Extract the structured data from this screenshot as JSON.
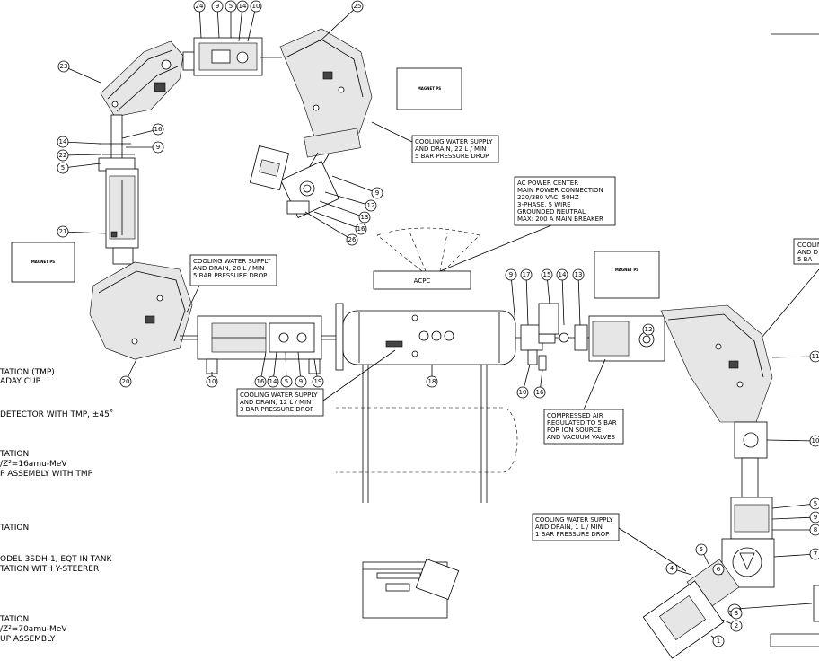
{
  "balloons": [
    "24",
    "9",
    "5",
    "14",
    "10",
    "25",
    "23",
    "16",
    "14",
    "9",
    "22",
    "5",
    "21",
    "9",
    "12",
    "13",
    "16",
    "26",
    "20",
    "10",
    "16",
    "14",
    "5",
    "9",
    "19",
    "9",
    "17",
    "15",
    "14",
    "13",
    "12",
    "10",
    "16",
    "18",
    "11",
    "10",
    "5",
    "9",
    "8",
    "7",
    "5",
    "6",
    "4",
    "3",
    "2",
    "1"
  ],
  "boxes": {
    "magnet_ps_1": "MAGNET PS",
    "magnet_ps_2": "MAGNET PS",
    "magnet_ps_3": "MAGNET PS",
    "acpc": "ACPC",
    "cooling_22": [
      "COOLING WATER SUPPLY",
      "AND DRAIN, 22 L / MIN",
      "5 BAR PRESSURE DROP"
    ],
    "cooling_28": [
      "COOLING WATER SUPPLY",
      "AND DRAIN, 28 L / MIN",
      "5 BAR PRESSURE DROP"
    ],
    "cooling_12": [
      "COOLING WATER SUPPLY",
      "AND DRAIN, 12 L / MIN",
      "3 BAR PRESSURE DROP"
    ],
    "cooling_1": [
      "COOLING WATER SUPPLY",
      "AND DRAIN, 1 L / MIN",
      "1 BAR PRESSURE DROP"
    ],
    "cooling_right": [
      "COOLIN",
      "AND D",
      "5 BA"
    ],
    "ac_power": [
      "AC POWER CENTER",
      "MAIN POWER CONNECTION",
      "220/380 VAC, 50HZ",
      "3-PHASE, 5 WIRE",
      "GROUNDED NEUTRAL",
      "MAX: 200 A MAIN BREAKER"
    ],
    "compressed_air": [
      "COMPRESSED AIR",
      "REGULATED TO 5 BAR",
      "FOR ION SOURCE",
      "AND VACUUM VALVES"
    ]
  },
  "legend_lines": [
    "TATION (TMP)",
    "ADAY CUP",
    "DETECTOR WITH TMP, ±45˚",
    "TATION",
    "/Z²=16amu-MeV",
    "P ASSEMBLY WITH TMP",
    "TATION",
    "ODEL 3SDH-1, EQT IN TANK",
    "TATION WITH Y-STEERER",
    "TATION",
    "/Z²=70amu-MeV",
    "UP ASSEMBLY"
  ]
}
